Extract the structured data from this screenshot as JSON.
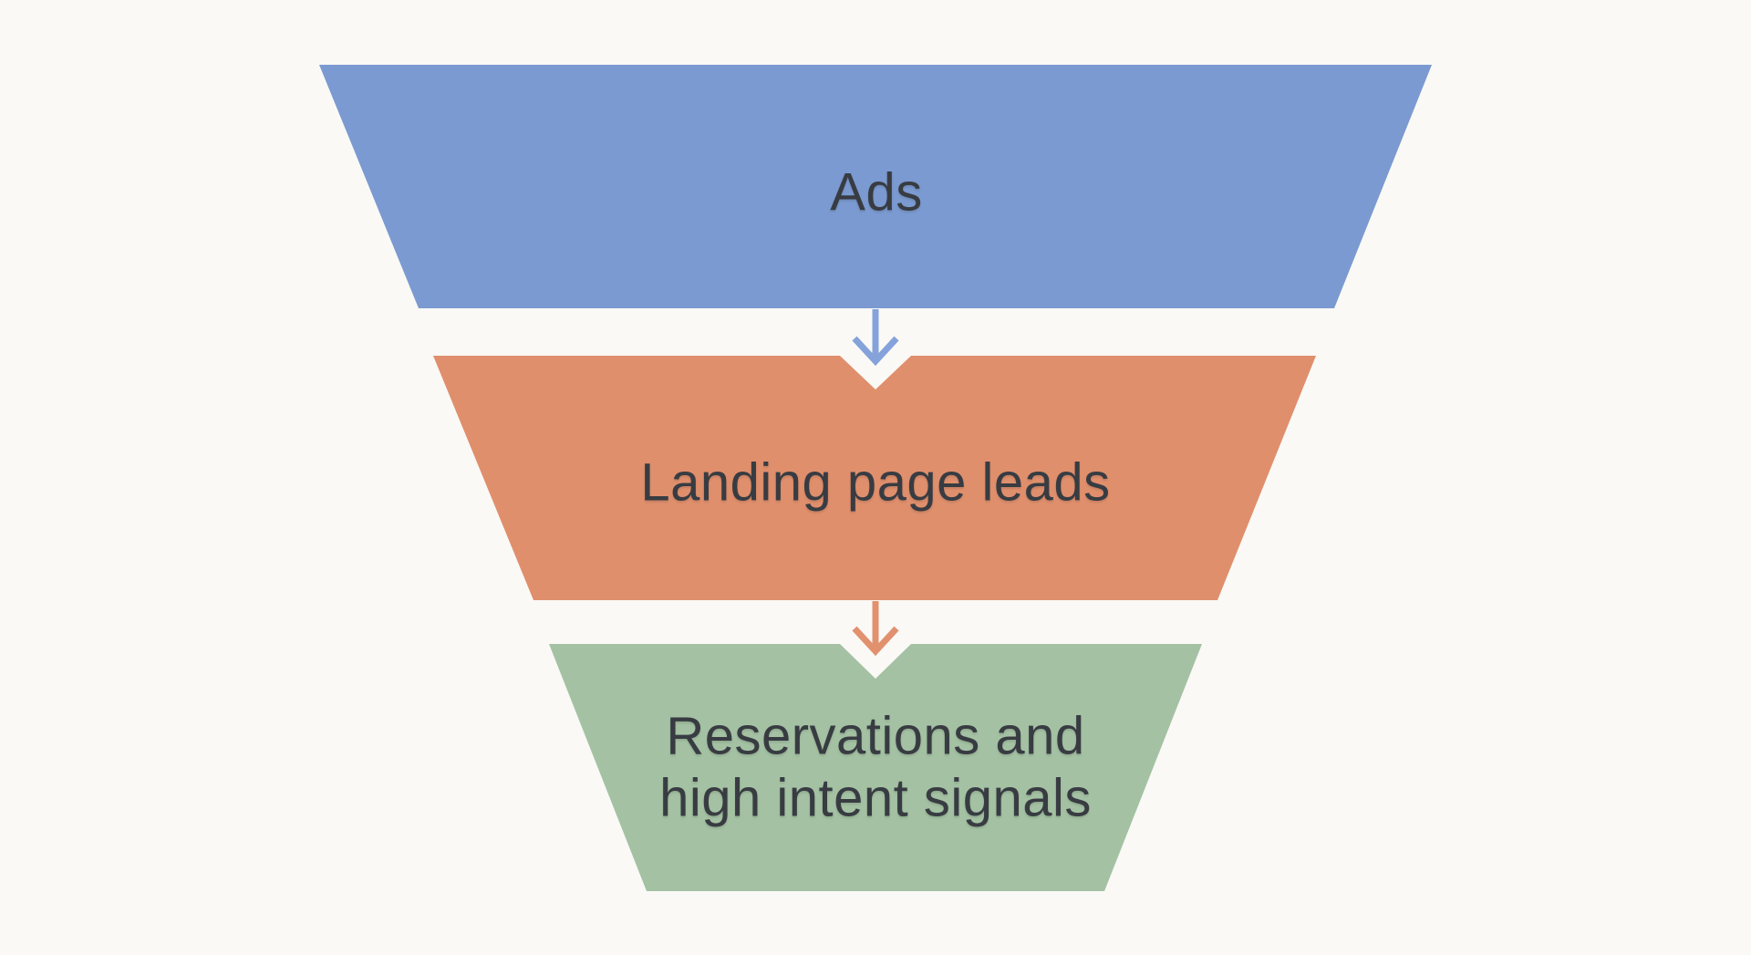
{
  "background_color": "#FAF9F6",
  "text_color": "#383C42",
  "funnel": {
    "stages": [
      {
        "label": "Ads",
        "fill": "#7B9AD1"
      },
      {
        "label": "Landing page leads",
        "fill": "#E08F6C"
      },
      {
        "label_lines": [
          "Reservations and",
          "high intent signals"
        ],
        "fill": "#A4C2A3"
      }
    ],
    "arrows": [
      {
        "name": "ads-to-landing-page-leads",
        "color": "#85A2DB"
      },
      {
        "name": "landing-page-leads-to-reservations",
        "color": "#E2916F"
      }
    ]
  }
}
